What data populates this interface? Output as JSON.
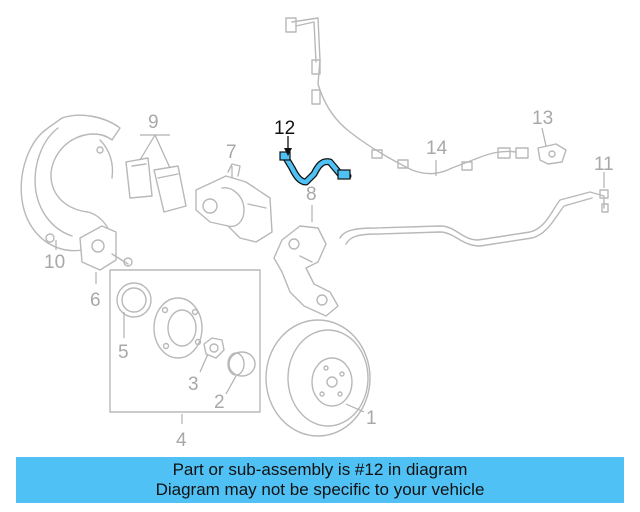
{
  "diagram": {
    "callouts": {
      "c1": "1",
      "c2": "2",
      "c3": "3",
      "c4": "4",
      "c5": "5",
      "c6": "6",
      "c7": "7",
      "c8": "8",
      "c9": "9",
      "c10": "10",
      "c11": "11",
      "c12": "12",
      "c13": "13",
      "c14": "14"
    },
    "highlighted_part": "12",
    "highlight_color": "#4fc1f4",
    "banner_color": "#4fc1f4"
  },
  "banner": {
    "line1": "Part or sub-assembly is #12 in diagram",
    "line2": "Diagram may not be specific to your vehicle"
  }
}
